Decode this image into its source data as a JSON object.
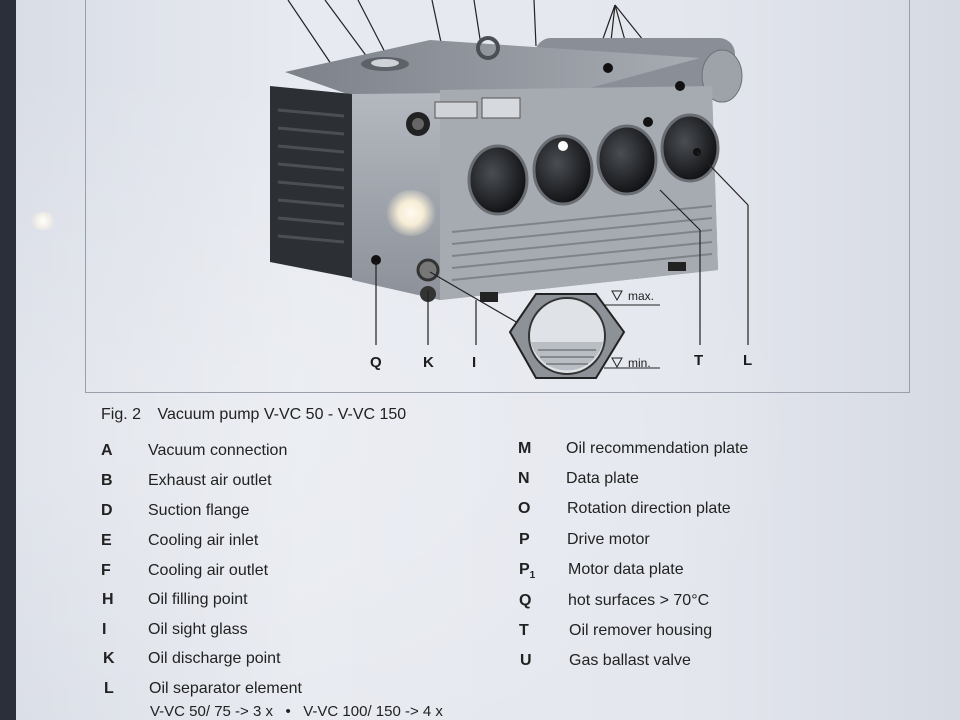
{
  "callouts_top": [
    "Q",
    "K",
    "I",
    "T",
    "L"
  ],
  "gauge": {
    "max": "max.",
    "min": "min."
  },
  "caption": {
    "fig": "Fig. 2",
    "title": "Vacuum pump  V-VC 50 - V-VC 150"
  },
  "legend_left": [
    {
      "key": "A",
      "label": "Vacuum connection"
    },
    {
      "key": "B",
      "label": "Exhaust air outlet"
    },
    {
      "key": "D",
      "label": "Suction flange"
    },
    {
      "key": "E",
      "label": "Cooling air inlet"
    },
    {
      "key": "F",
      "label": "Cooling air outlet"
    },
    {
      "key": "H",
      "label": "Oil filling point"
    },
    {
      "key": "I",
      "label": "Oil sight glass"
    },
    {
      "key": "K",
      "label": "Oil discharge point"
    },
    {
      "key": "L",
      "label": "Oil separator element",
      "sub": "V-VC 50/ 75 -> 3 x   •   V-VC 100/ 150 -> 4 x"
    }
  ],
  "legend_right": [
    {
      "key": "M",
      "label": "Oil recommendation plate"
    },
    {
      "key": "N",
      "label": "Data plate"
    },
    {
      "key": "O",
      "label": "Rotation direction plate"
    },
    {
      "key": "P",
      "label": "Drive motor"
    },
    {
      "key": "P1",
      "key_main": "P",
      "key_sub": "1",
      "label": "Motor data plate"
    },
    {
      "key": "Q",
      "label": "hot surfaces > 70°C"
    },
    {
      "key": "T",
      "label": "Oil remover housing"
    },
    {
      "key": "U",
      "label": "Gas ballast valve"
    }
  ],
  "colors": {
    "pump_body": "#9aa0a8",
    "fins": "#2b2e33",
    "filter_caps": "#1b1d20"
  }
}
